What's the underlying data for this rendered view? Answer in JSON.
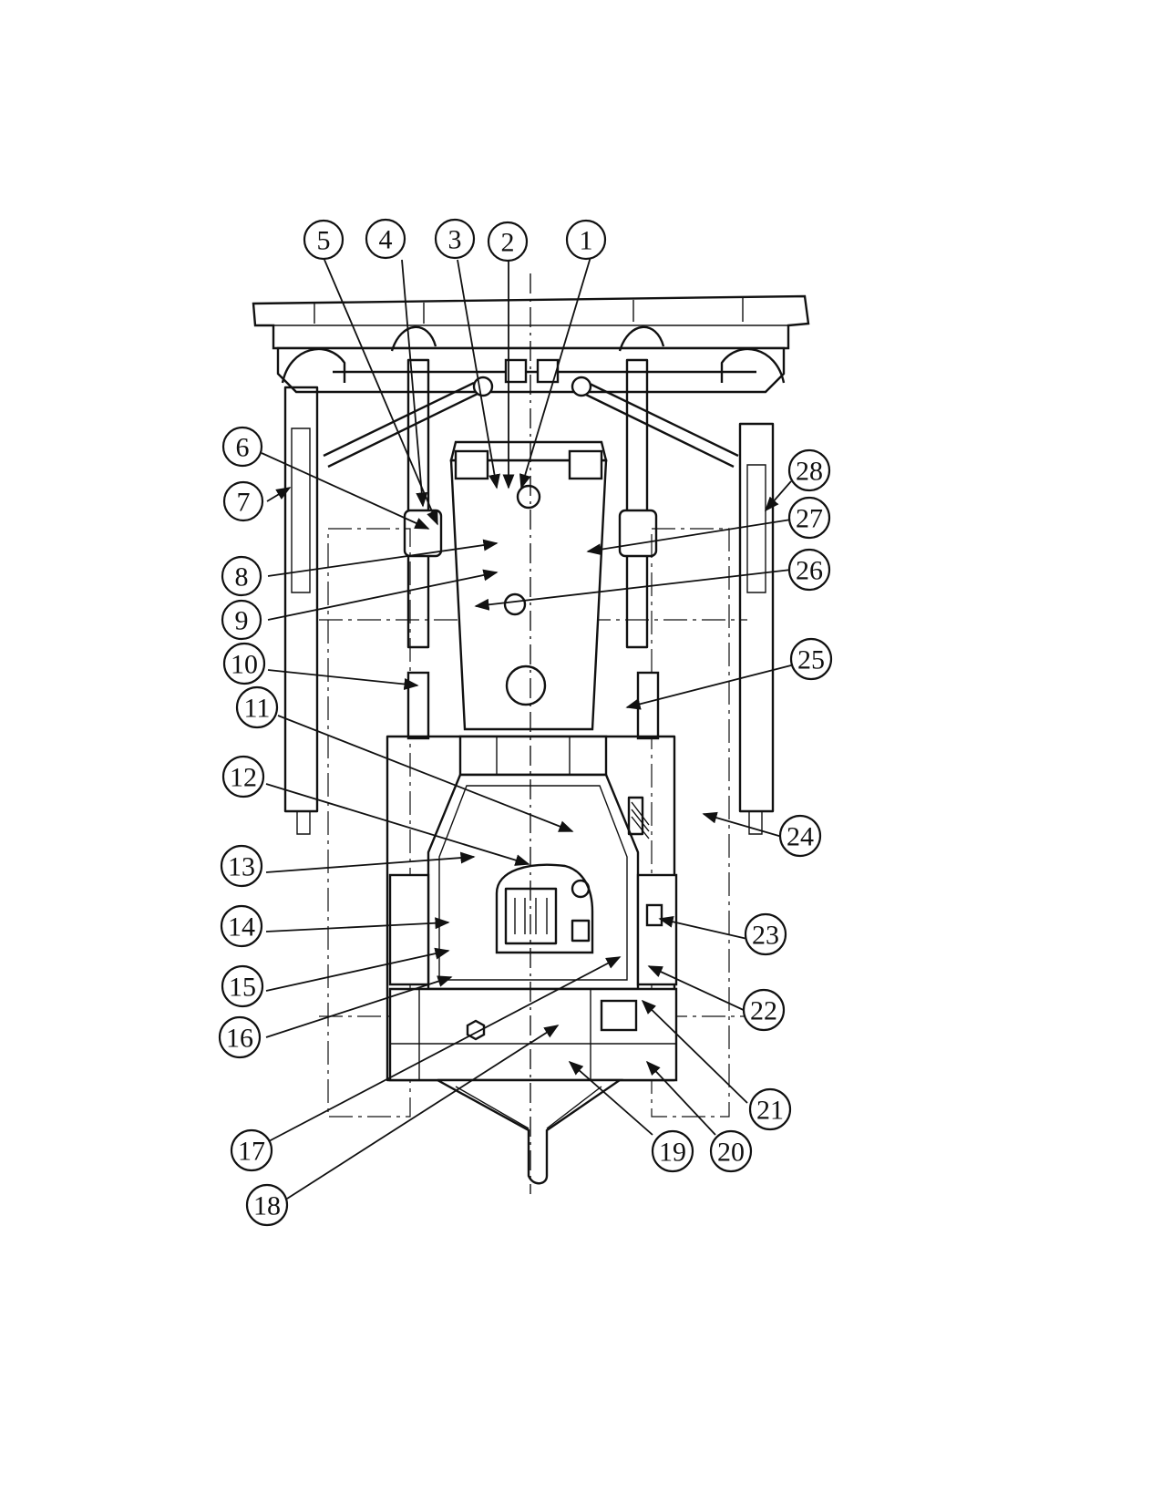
{
  "callouts": [
    {
      "id": "1",
      "label": "1"
    },
    {
      "id": "2",
      "label": "2"
    },
    {
      "id": "3",
      "label": "3"
    },
    {
      "id": "4",
      "label": "4"
    },
    {
      "id": "5",
      "label": "5"
    },
    {
      "id": "6",
      "label": "6"
    },
    {
      "id": "7",
      "label": "7"
    },
    {
      "id": "8",
      "label": "8"
    },
    {
      "id": "9",
      "label": "9"
    },
    {
      "id": "10",
      "label": "10"
    },
    {
      "id": "11",
      "label": "11"
    },
    {
      "id": "12",
      "label": "12"
    },
    {
      "id": "13",
      "label": "13"
    },
    {
      "id": "14",
      "label": "14"
    },
    {
      "id": "15",
      "label": "15"
    },
    {
      "id": "16",
      "label": "16"
    },
    {
      "id": "17",
      "label": "17"
    },
    {
      "id": "18",
      "label": "18"
    },
    {
      "id": "19",
      "label": "19"
    },
    {
      "id": "20",
      "label": "20"
    },
    {
      "id": "21",
      "label": "21"
    },
    {
      "id": "22",
      "label": "22"
    },
    {
      "id": "23",
      "label": "23"
    },
    {
      "id": "24",
      "label": "24"
    },
    {
      "id": "25",
      "label": "25"
    },
    {
      "id": "26",
      "label": "26"
    },
    {
      "id": "27",
      "label": "27"
    },
    {
      "id": "28",
      "label": "28"
    }
  ],
  "colors": {
    "ink": "#111111",
    "paper": "#ffffff"
  }
}
